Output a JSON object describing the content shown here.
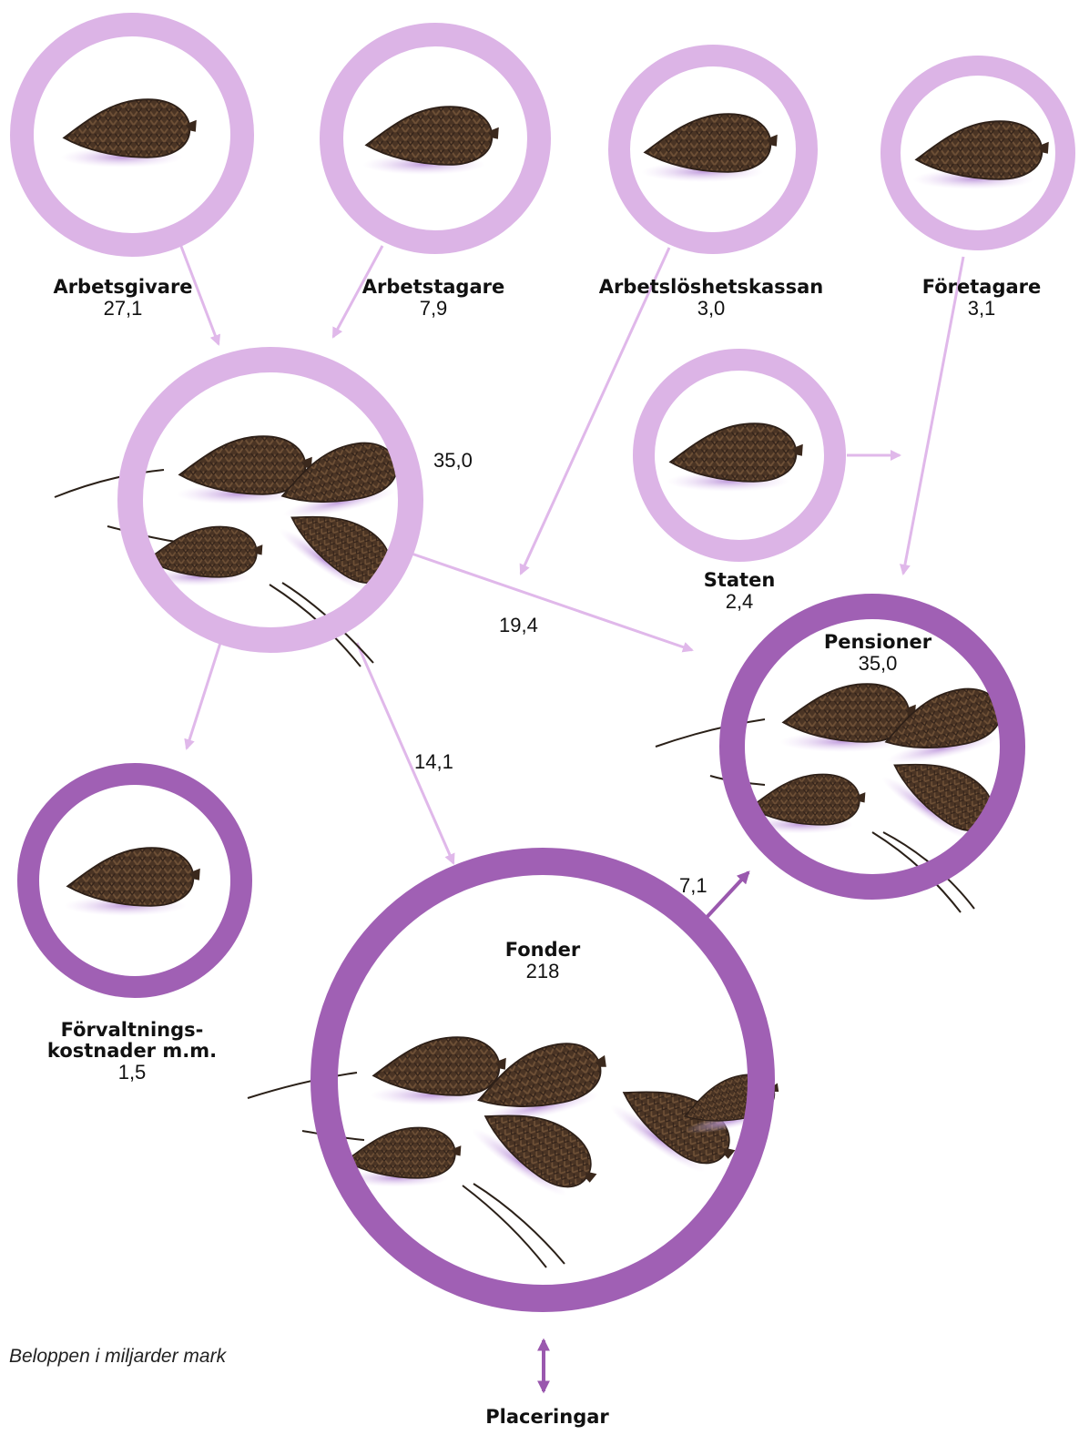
{
  "nodes": {
    "arbetsgivare": {
      "name": "Arbetsgivare",
      "value": "27,1"
    },
    "arbetstagare": {
      "name": "Arbetstagare",
      "value": "7,9"
    },
    "arbetsloshetskassan": {
      "name": "Arbetslöshetskassan",
      "value": "3,0"
    },
    "foretagare": {
      "name": "Företagare",
      "value": "3,1"
    },
    "staten": {
      "name": "Staten",
      "value": "2,4"
    },
    "pensioner": {
      "name": "Pensioner",
      "value": "35,0"
    },
    "forvaltning": {
      "name_line1": "Förvaltnings-",
      "name_line2": "kostnader m.m.",
      "value": "1,5"
    },
    "fonder": {
      "name": "Fonder",
      "value": "218"
    },
    "placeringar": {
      "name": "Placeringar"
    }
  },
  "flows": {
    "collected_total": "35,0",
    "to_pensioner": "19,4",
    "to_fonder": "14,1",
    "fonder_to_pensioner": "7,1"
  },
  "note": "Beloppen i miljarder mark",
  "colors": {
    "light_ring": "#dcb4e6",
    "light_arrow": "#e0b8ea",
    "dark_ring": "#a060b4",
    "dark_arrow": "#9a58ae",
    "cone": "#4a3424",
    "cone_shadow": "#c9a4e0"
  }
}
